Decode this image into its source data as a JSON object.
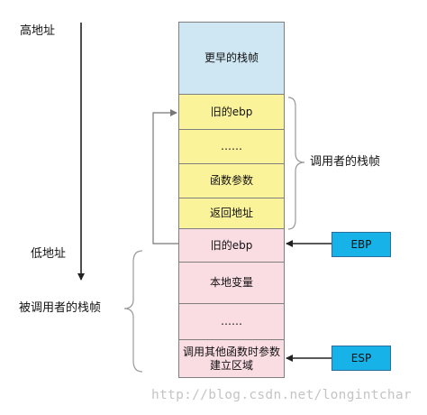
{
  "labels": {
    "high_address": "高地址",
    "low_address": "低地址",
    "caller_frame": "调用者的栈帧",
    "callee_frame": "被调用者的栈帧"
  },
  "stack": {
    "earlier_frame": "更早的栈帧",
    "old_ebp_caller": "旧的ebp",
    "dots_caller": "……",
    "function_params": "函数参数",
    "return_address": "返回地址",
    "old_ebp_callee": "旧的ebp",
    "local_variables": "本地变量",
    "dots_callee": "……",
    "call_area_line1": "调用其他函数时参数",
    "call_area_line2": "建立区域"
  },
  "registers": {
    "ebp": "EBP",
    "esp": "ESP"
  },
  "watermark": "http://blog.csdn.net/longintchar",
  "colors": {
    "earlier_frame_fill": "#cfe7f3",
    "caller_frame_fill": "#fbf39a",
    "callee_frame_fill": "#fadce3",
    "register_fill": "#16b2e8"
  }
}
